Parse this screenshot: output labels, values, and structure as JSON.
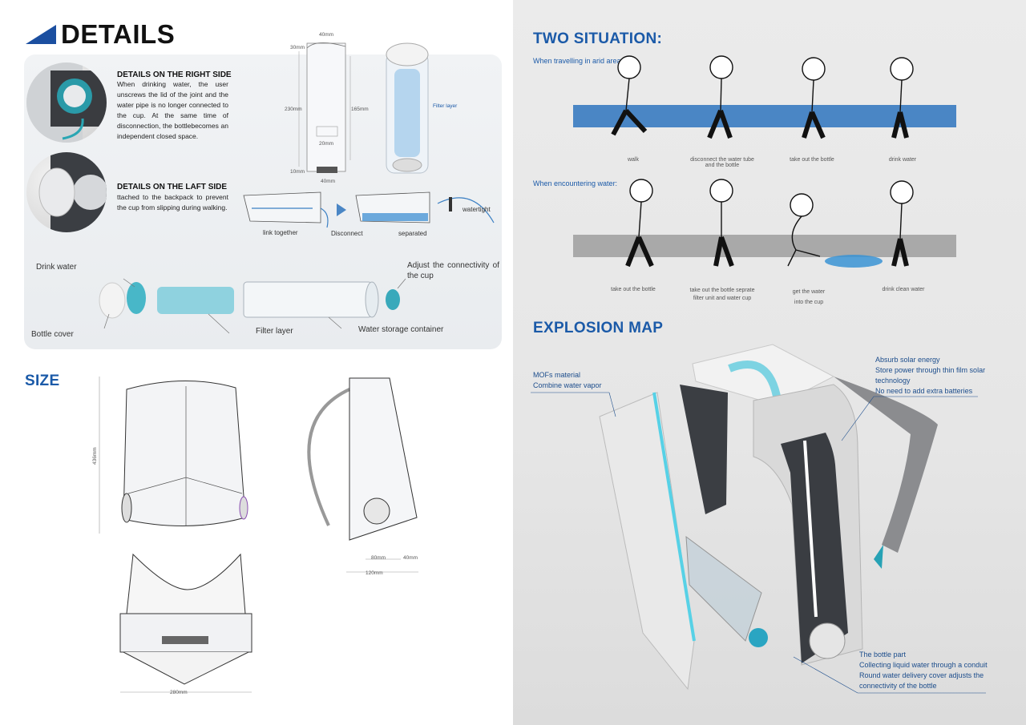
{
  "details": {
    "title": "DETAILS",
    "right_side": {
      "heading": "DETAILS ON  THE RIGHT SIDE",
      "text": "When drinking water, the user unscrews the lid of the joint and the water pipe is no longer connected to the cup. At the same time of disconnection, the bottlebecomes an independent closed space."
    },
    "left_side": {
      "heading": "DETAILS ON THE LAFT SIDE",
      "text": "ttached to the backpack to prevent the cup from slipping during walking."
    },
    "bottle_dims": {
      "d1": "40mm",
      "d2": "30mm",
      "d3": "230mm",
      "d4": "165mm",
      "d5": "20mm",
      "d6": "10mm",
      "d7": "40mm"
    },
    "filter_layer_label": "Filter layer",
    "flow": {
      "link": "link together",
      "disconnect": "Disconnect",
      "separated": "separated",
      "watertight": "watertight"
    },
    "exploded_cup": {
      "drink_water": "Drink water",
      "adjust": "Adjust  the  connectivity of the cup",
      "bottle_cover": "Bottle cover",
      "filter_layer": "Filter layer",
      "water_storage": "Water storage container"
    }
  },
  "size": {
    "title": "SIZE",
    "height": "436mm",
    "depth_a": "80mm",
    "depth_b": "40mm",
    "depth_total": "120mm",
    "width": "280mm"
  },
  "two_situation": {
    "title": "TWO SITUATION:",
    "arid": {
      "label": "When travelling in arid area:",
      "steps": [
        "walk",
        "disconnect the water tube and the bottle",
        "take out the bottle",
        "drink water"
      ]
    },
    "water": {
      "label": "When encountering water:",
      "steps": [
        "take out the bottle",
        "take out the bottle seprate filter unit and water cup",
        "get the water into the cup",
        "drink clean water"
      ]
    },
    "colors": {
      "arid_strip": "#4a86c5",
      "water_strip": "#a9a9a9"
    }
  },
  "explosion": {
    "title": "EXPLOSION MAP",
    "mofs": [
      "MOFs material",
      "Combine water vapor"
    ],
    "solar": [
      "Absurb solar energy",
      "Store power through thin film solar",
      "technology",
      "No need to add extra batteries"
    ],
    "bottle": [
      "The bottle part",
      "Collecting liquid water through a conduit",
      "Round water delivery cover adjusts the",
      "connectivity of the bottle"
    ]
  }
}
